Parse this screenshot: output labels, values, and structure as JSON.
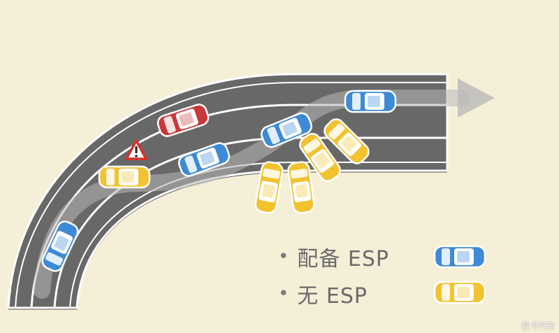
{
  "legend": [
    {
      "bullet": "•",
      "label": "配备 ESP",
      "color": "#3d8ad6"
    },
    {
      "bullet": "•",
      "label": "无 ESP",
      "color": "#f2c22f"
    }
  ],
  "watermark": "爱卡汽车",
  "colors": {
    "background": "#f6efd8",
    "road": "#686868",
    "lane_marking": "#ffffff",
    "path_arrow": "#9a9a9a",
    "esp_car": "#3d8ad6",
    "no_esp_car": "#f2c22f",
    "reference_car": "#c9383a",
    "warning_sign": "#d8312b"
  },
  "icons": [
    "warning-triangle-icon",
    "direction-arrow-icon",
    "car-icon"
  ]
}
